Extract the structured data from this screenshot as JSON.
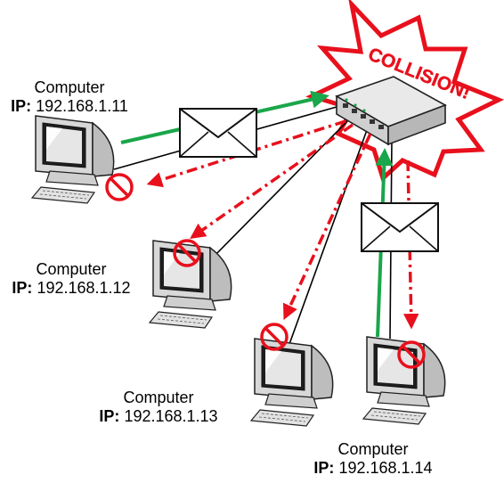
{
  "collision": {
    "text": "COLLISION!",
    "color": "#e8101c"
  },
  "colors": {
    "forward_arrow": "#1aa64a",
    "blocked_arrow": "#e8101c",
    "link_line": "#000000"
  },
  "computers": [
    {
      "name": "Computer",
      "ip_key": "IP:",
      "ip": "192.168.1.11",
      "blocked": true,
      "sending": true
    },
    {
      "name": "Computer",
      "ip_key": "IP:",
      "ip": "192.168.1.12",
      "blocked": true,
      "sending": false
    },
    {
      "name": "Computer",
      "ip_key": "IP:",
      "ip": "192.168.1.13",
      "blocked": true,
      "sending": false
    },
    {
      "name": "Computer",
      "ip_key": "IP:",
      "ip": "192.168.1.14",
      "blocked": true,
      "sending": true
    }
  ],
  "icons": {
    "hub": "network-hub-icon",
    "envelope": "envelope-icon",
    "computer": "desktop-computer-icon",
    "blocked": "no-entry-icon"
  }
}
